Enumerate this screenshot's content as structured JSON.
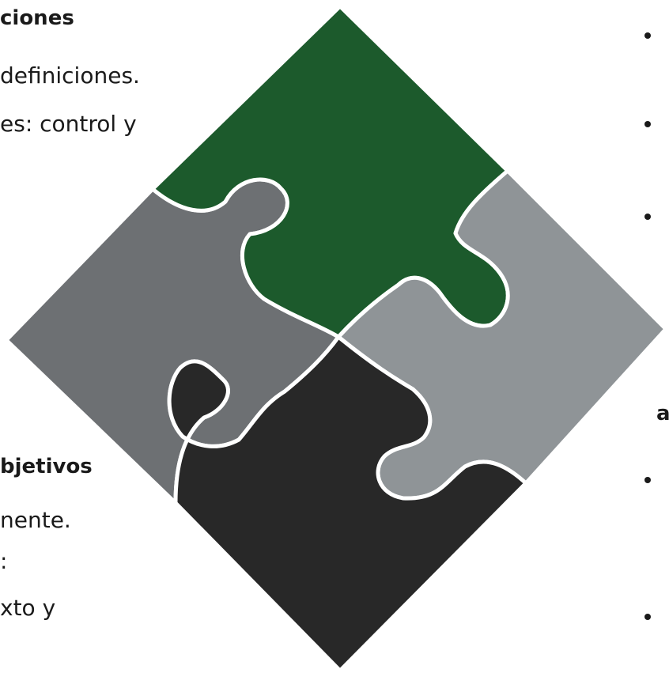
{
  "colors": {
    "piece_top": "#1c5a2c",
    "piece_left": "#6d7073",
    "piece_right": "#8f9497",
    "piece_bottom": "#282828",
    "outline": "#ffffff",
    "text": "#1a1a1a"
  },
  "left_column": {
    "top_heading": "ciones",
    "top_line1": "definiciones.",
    "top_line2": "es: control y",
    "bottom_heading": "bjetivos",
    "bottom_line1": "nente.",
    "bottom_line2": ":",
    "bottom_line3": "xto y"
  },
  "right_column": {
    "fragment_letter": "a"
  },
  "puzzle": {
    "pieces": [
      "top",
      "left",
      "right",
      "bottom"
    ]
  }
}
